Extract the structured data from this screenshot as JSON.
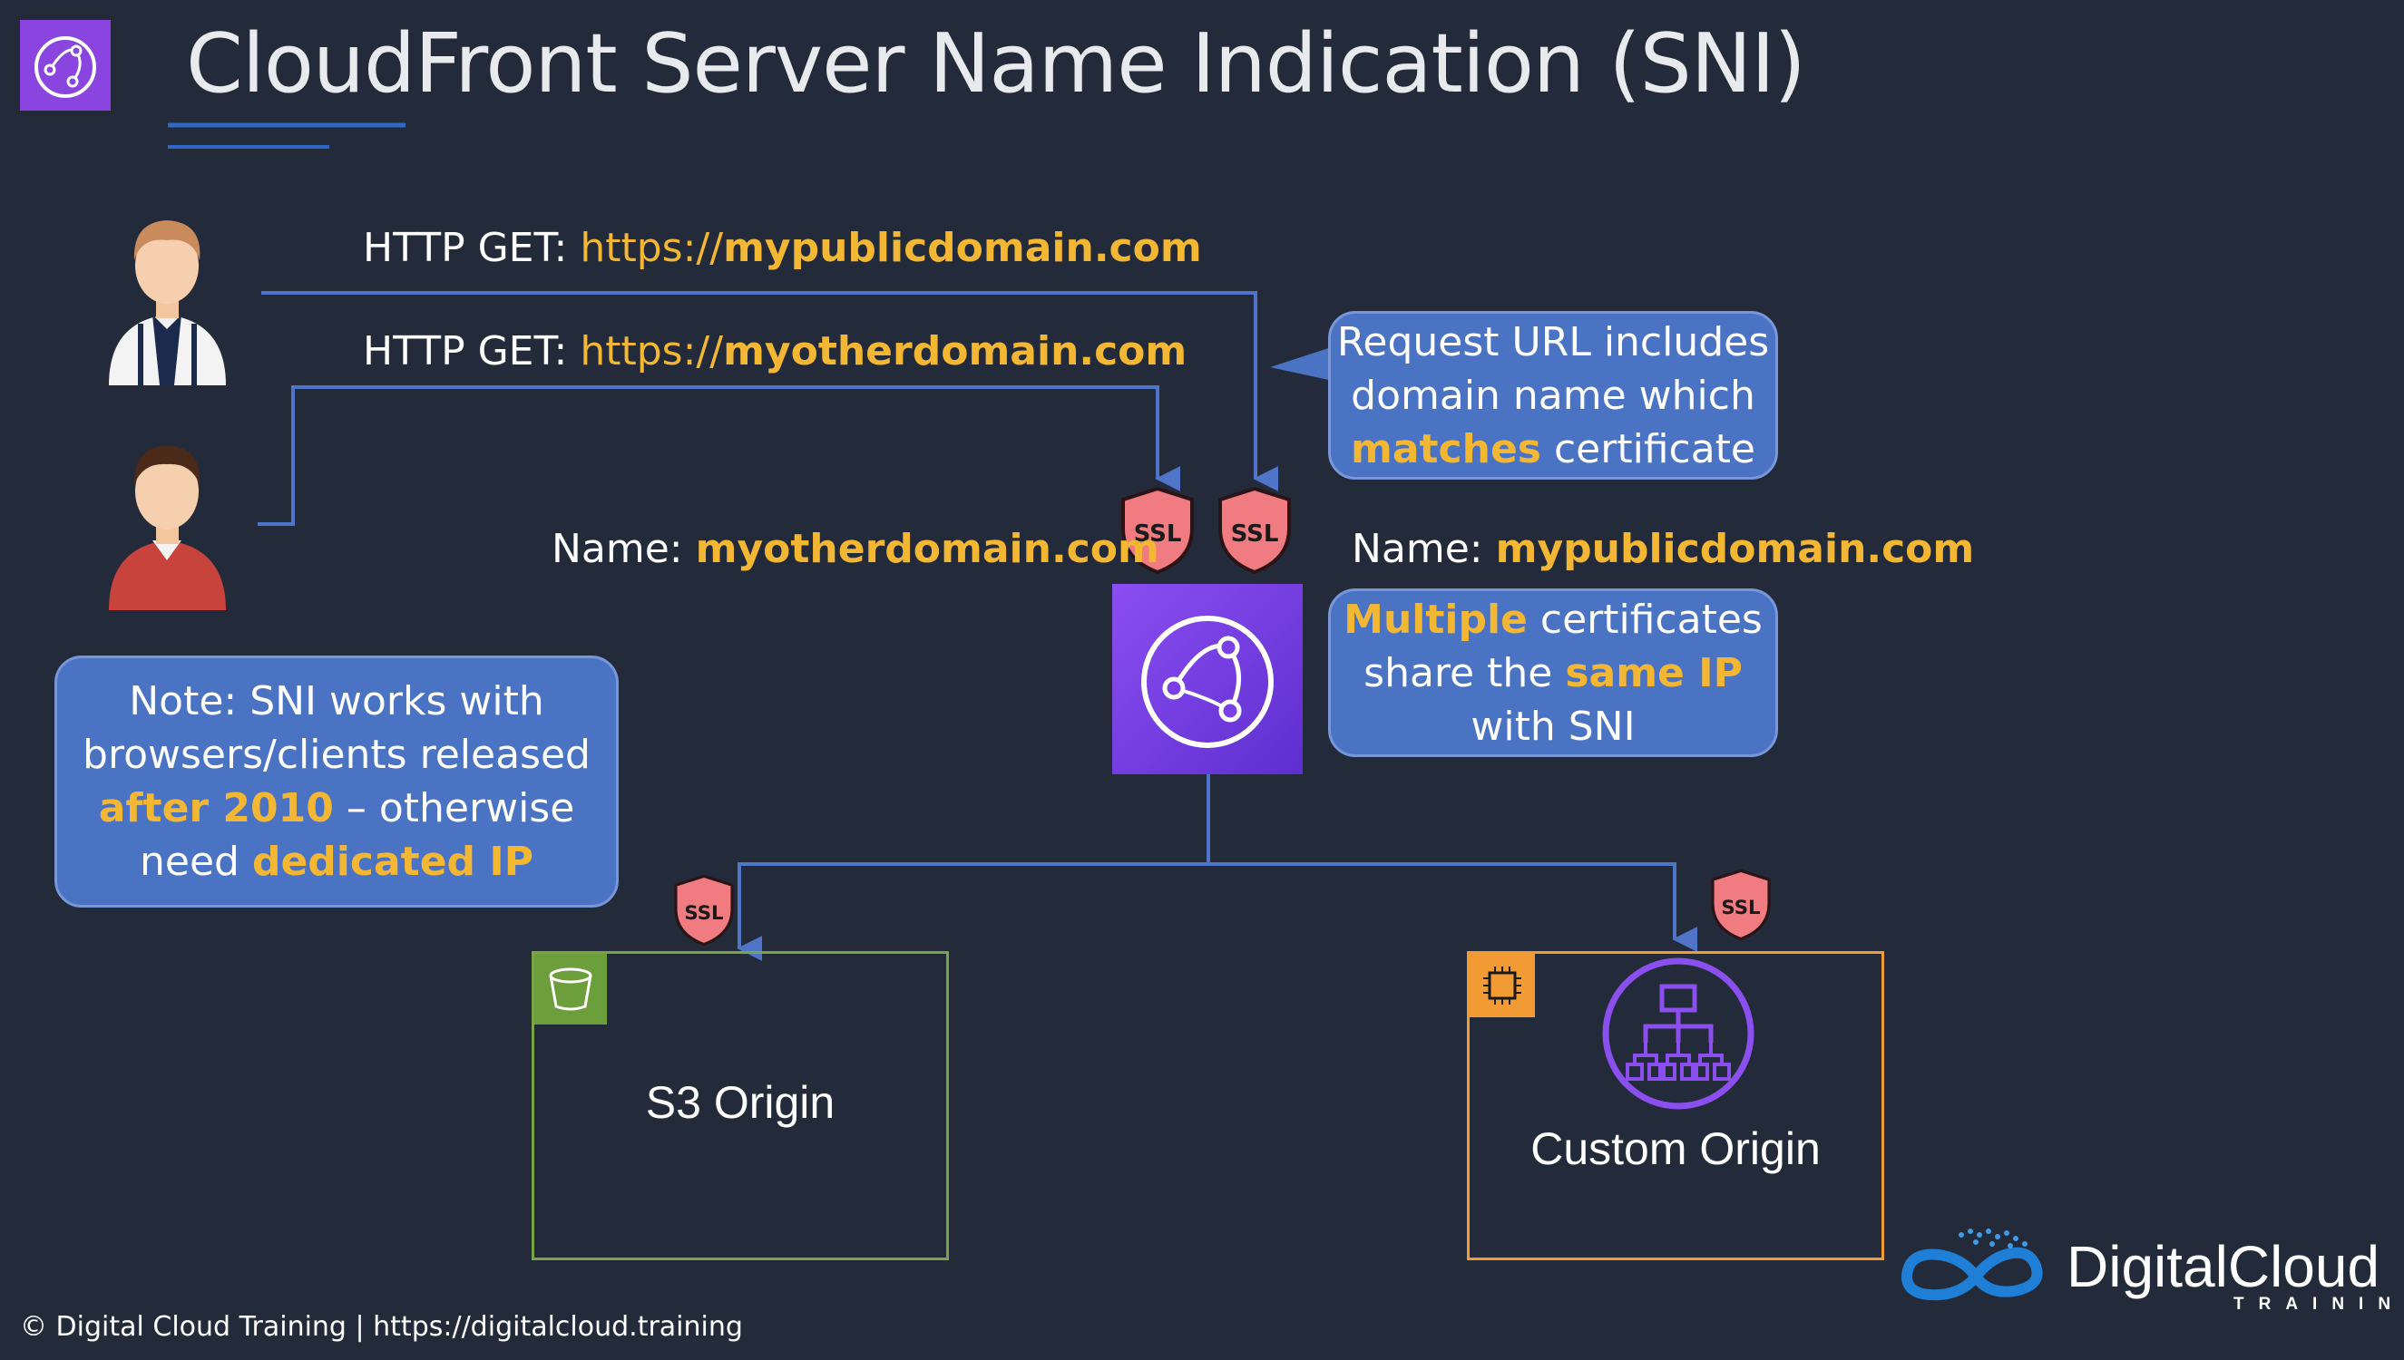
{
  "title": "CloudFront Server Name Indication (SNI)",
  "requests": [
    {
      "prefix": "HTTP GET: ",
      "scheme": "https://",
      "domain": "mypublicdomain.com"
    },
    {
      "prefix": "HTTP GET: ",
      "scheme": "https://",
      "domain": "myotherdomain.com"
    }
  ],
  "names": {
    "left_prefix": "Name: ",
    "left_domain": "myotherdomain.com",
    "right_prefix": "Name: ",
    "right_domain": "mypublicdomain.com"
  },
  "callout_request": {
    "l1": "Request URL includes",
    "l2": "domain name which",
    "l3_hl": "matches",
    "l3_rest": " certificate"
  },
  "callout_multi": {
    "l1_hl": "Multiple",
    "l1_rest": " certificates",
    "l2_pre": "share the ",
    "l2_hl": "same IP",
    "l3": "with SNI"
  },
  "callout_note": {
    "l1": "Note: SNI works with",
    "l2": "browsers/clients released",
    "l3_hl": "after 2010",
    "l3_rest": " – otherwise",
    "l4_pre": "need ",
    "l4_hl": "dedicated IP"
  },
  "ssl_badge_label": "SSL",
  "origins": {
    "s3": "S3 Origin",
    "custom": "Custom Origin"
  },
  "footer": "© Digital Cloud Training  | https://digitalcloud.training",
  "logo": {
    "name": "DigitalCloud",
    "sub": "TRAINING"
  },
  "colors": {
    "background": "#232b3a",
    "accent_yellow": "#f4b733",
    "callout_blue": "#4b73c4",
    "line_blue": "#4f74c8",
    "cloudfront_purple": "#7a3ee6",
    "ssl_red": "#f07b80",
    "s3_green": "#7aa547",
    "custom_orange": "#f29a34"
  },
  "icons": [
    "cloudfront-icon",
    "user-icon",
    "ssl-shield-icon",
    "s3-bucket-icon",
    "ec2-chip-icon",
    "load-balancer-icon",
    "digitalcloud-logo-icon"
  ]
}
